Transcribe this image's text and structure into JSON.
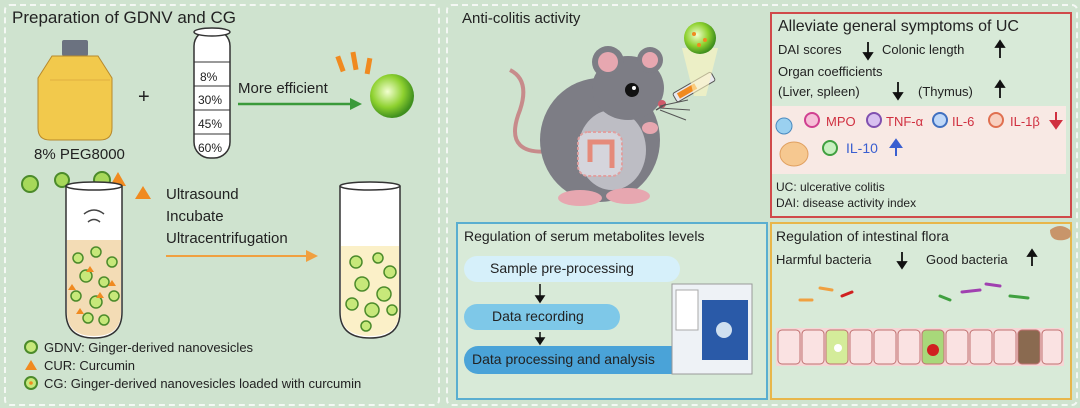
{
  "left_panel": {
    "title": "Preparation of GDNV and CG",
    "peg_label": "8% PEG8000",
    "plus": "+",
    "gradient_levels": [
      "8%",
      "30%",
      "45%",
      "60%"
    ],
    "efficient_label": "More efficient",
    "exclaim": "!!!",
    "process_steps": [
      "Ultrasound",
      "Incubate",
      "Ultracentrifugation"
    ],
    "legend": [
      {
        "text": "GDNV: Ginger-derived nanovesicles"
      },
      {
        "text": "CUR: Curcumin"
      },
      {
        "text": "CG: Ginger-derived nanovesicles loaded with curcumin"
      }
    ]
  },
  "right_panel": {
    "title": "Anti-colitis activity",
    "symptoms_box": {
      "title": "Alleviate general symptoms of UC",
      "dai_scores": "DAI scores",
      "colonic_length": "Colonic length",
      "organ_coefficients": "Organ coefficients",
      "liver_spleen": "(Liver, spleen)",
      "thymus": "(Thymus)",
      "cytokines_down": [
        "MPO",
        "TNF-α",
        "IL-6",
        "IL-1β"
      ],
      "cytokines_up": [
        "IL-10"
      ],
      "footnotes": [
        "UC: ulcerative colitis",
        "DAI: disease activity index"
      ]
    },
    "metabolites_box": {
      "title": "Regulation of serum metabolites levels",
      "steps": [
        "Sample pre-processing",
        "Data recording",
        "Data processing and analysis"
      ]
    },
    "flora_box": {
      "title": "Regulation of intestinal flora",
      "harmful": "Harmful bacteria",
      "good": "Good bacteria"
    }
  },
  "colors": {
    "background": "#cfe3cf",
    "accent_red": "#e05050",
    "accent_blue": "#3a5fd0",
    "flow_box": "#7ec8e8",
    "arrow_green": "#3a9a3a",
    "arrow_orange": "#f0a040",
    "flora_bg": "#f6e8e0"
  }
}
